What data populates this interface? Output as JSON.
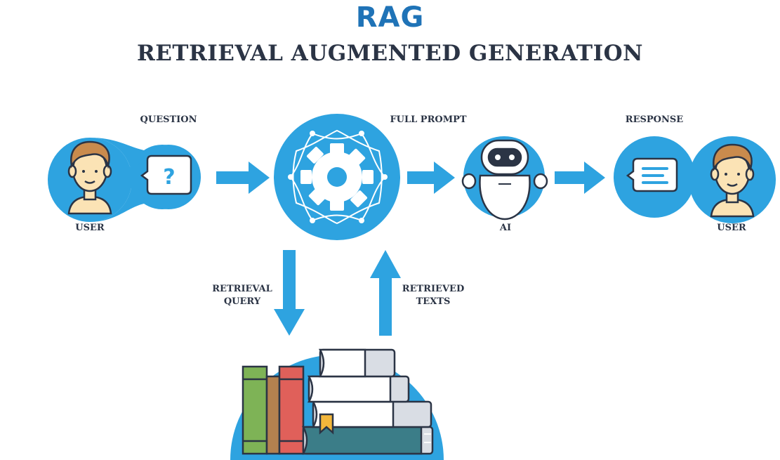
{
  "title": "RAG",
  "subtitle": "RETRIEVAL AUGMENTED GENERATION",
  "labels": {
    "question": "QUESTION",
    "full_prompt": "FULL PROMPT",
    "response": "RESPONSE",
    "user_left": "USER",
    "ai": "AI",
    "user_right": "USER",
    "retrieval_query_1": "RETRIEVAL",
    "retrieval_query_2": "QUERY",
    "retrieved_texts_1": "RETRIEVED",
    "retrieved_texts_2": "TEXTS"
  },
  "icons": {
    "question_bubble": "?",
    "colors": {
      "accent_blue": "#2ea3e0",
      "title_blue": "#1f73b7",
      "dark_text": "#2b3445",
      "skin": "#fbe3b5",
      "hair": "#c98b4d",
      "book_green": "#7eb356",
      "book_red": "#e0605a",
      "book_brown": "#b3814f",
      "book_teal": "#3b7d88",
      "page_gray": "#d9dde4",
      "bookmark": "#f3b73b"
    }
  }
}
